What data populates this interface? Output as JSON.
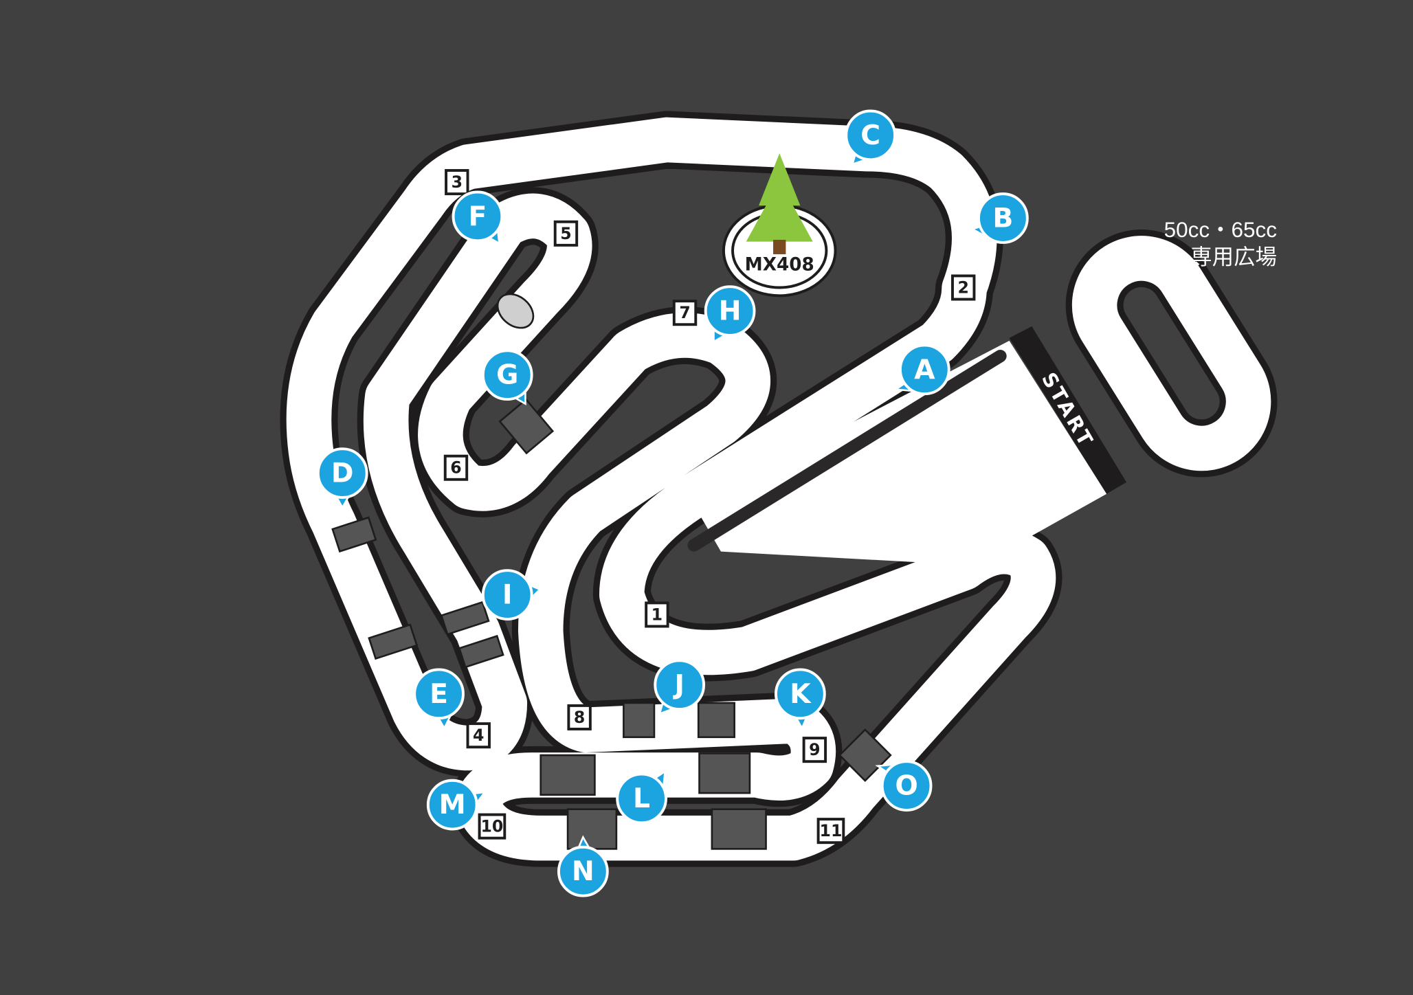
{
  "area_label": {
    "line1": "50cc・65cc",
    "line2": "専用広場"
  },
  "start_label": "START",
  "logo": {
    "text": "MX408"
  },
  "markers": [
    "A",
    "B",
    "C",
    "D",
    "E",
    "F",
    "G",
    "H",
    "I",
    "J",
    "K",
    "L",
    "M",
    "N",
    "O"
  ],
  "sections": [
    "1",
    "2",
    "3",
    "4",
    "5",
    "6",
    "7",
    "8",
    "9",
    "10",
    "11"
  ],
  "colors": {
    "background": "#404040",
    "track": "#ffffff",
    "outline": "#1e1c1c",
    "marker": "#1ba4e0",
    "tree": "#8cc63f",
    "trunk": "#7a4a22"
  }
}
